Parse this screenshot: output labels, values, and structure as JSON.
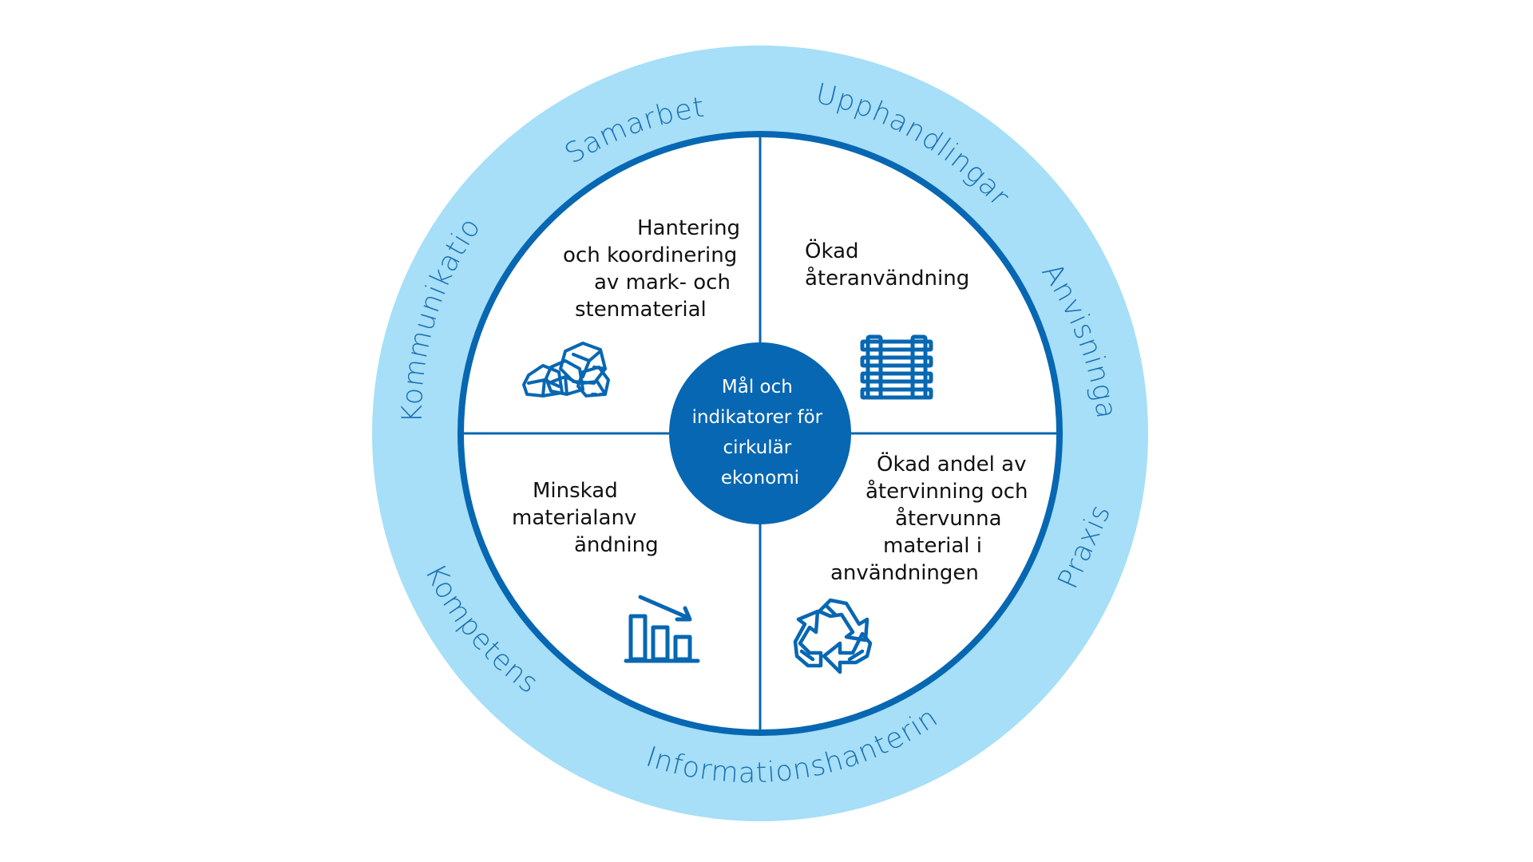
{
  "colors": {
    "outer_ring": "#a6dff7",
    "primary_blue": "#0767b2",
    "ring_text": "#1a6fb4",
    "quadrant_text": "#111111",
    "center_text": "#ffffff",
    "background": "#ffffff"
  },
  "center": {
    "lines": [
      "Mål och",
      "indikatorer för",
      "cirkulär",
      "ekonomi"
    ]
  },
  "ring_labels": [
    {
      "label": "Samarbete"
    },
    {
      "label": "Upphandlingar"
    },
    {
      "label": "Anvisningar"
    },
    {
      "label": "Praxis"
    },
    {
      "label": "Informationshantering"
    },
    {
      "label": "Kompetens"
    },
    {
      "label": "Kommunikation"
    }
  ],
  "quadrants": [
    {
      "lines": [
        "Hantering",
        "och koordinering",
        "av mark- och",
        "stenmaterial"
      ],
      "icon": "stones-icon"
    },
    {
      "lines": [
        "Ökad",
        "återanvändning"
      ],
      "icon": "railway-track-icon"
    },
    {
      "lines": [
        "Minskad",
        "materialanv",
        "ändning"
      ],
      "icon": "decreasing-bar-chart-icon"
    },
    {
      "lines": [
        "Ökad andel av",
        "återvinning och",
        "återvunna",
        "material i",
        "användningen"
      ],
      "icon": "recycle-icon"
    }
  ]
}
